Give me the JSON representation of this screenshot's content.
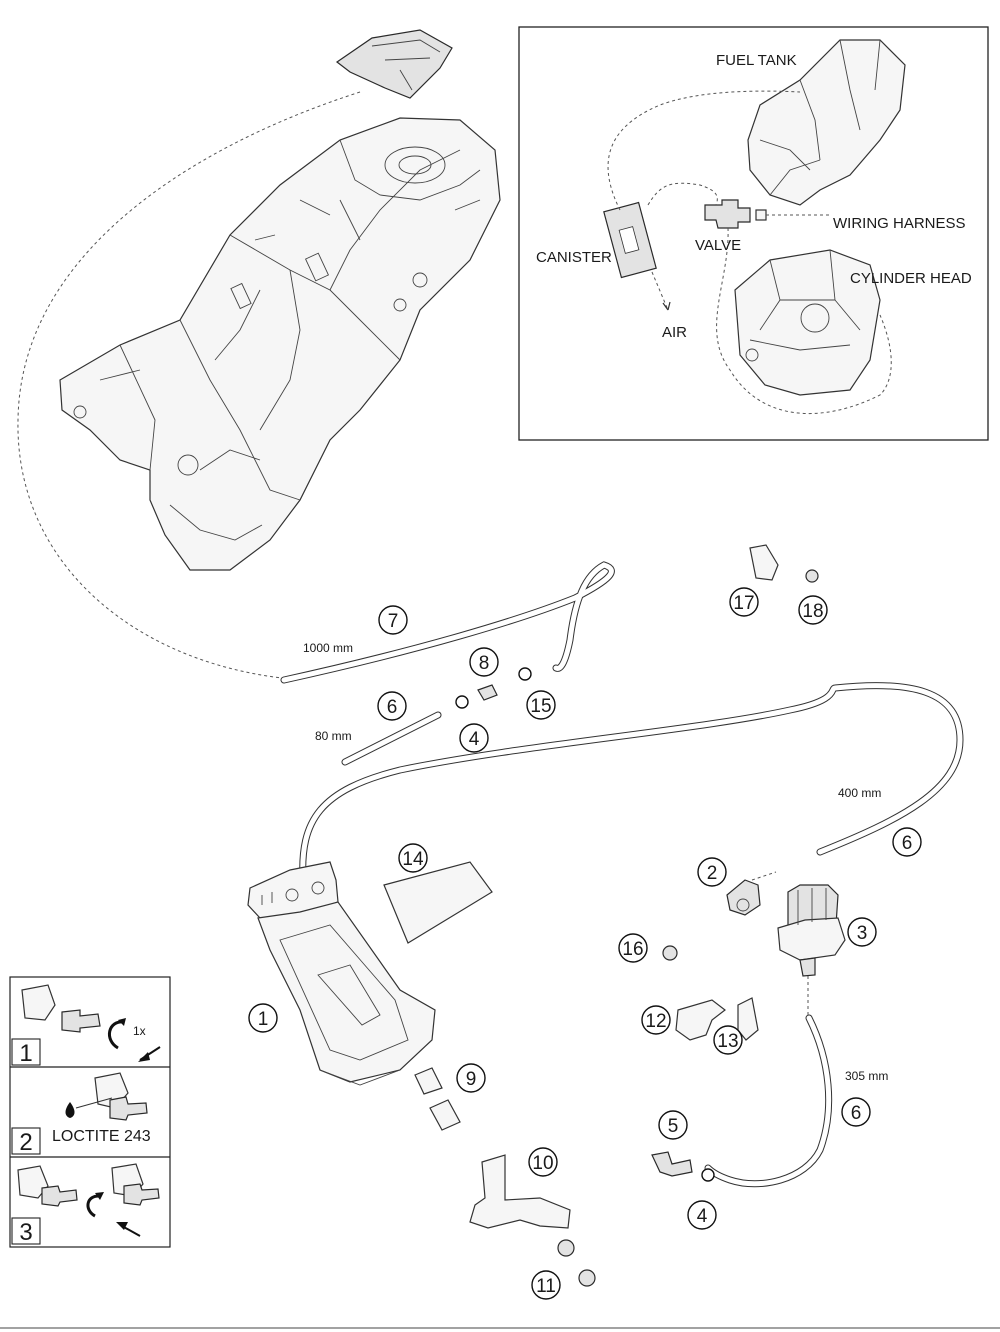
{
  "inset": {
    "fuel_tank": "FUEL TANK",
    "wiring_harness": "WIRING HARNESS",
    "canister": "CANISTER",
    "valve": "VALVE",
    "cylinder_head": "CYLINDER HEAD",
    "air": "AIR"
  },
  "measurements": {
    "m1000": "1000 mm",
    "m80": "80 mm",
    "m400": "400 mm",
    "m305": "305 mm"
  },
  "callouts": {
    "c1": "1",
    "c2": "2",
    "c3": "3",
    "c4a": "4",
    "c4b": "4",
    "c5": "5",
    "c6a": "6",
    "c6b": "6",
    "c6c": "6",
    "c7": "7",
    "c8": "8",
    "c9": "9",
    "c10": "10",
    "c11": "11",
    "c12": "12",
    "c13": "13",
    "c14": "14",
    "c15": "15",
    "c16": "16",
    "c17": "17",
    "c18": "18"
  },
  "steps": {
    "s1": "1",
    "s1_count": "1x",
    "s2": "2",
    "s2_text": "LOCTITE 243",
    "s3": "3"
  }
}
